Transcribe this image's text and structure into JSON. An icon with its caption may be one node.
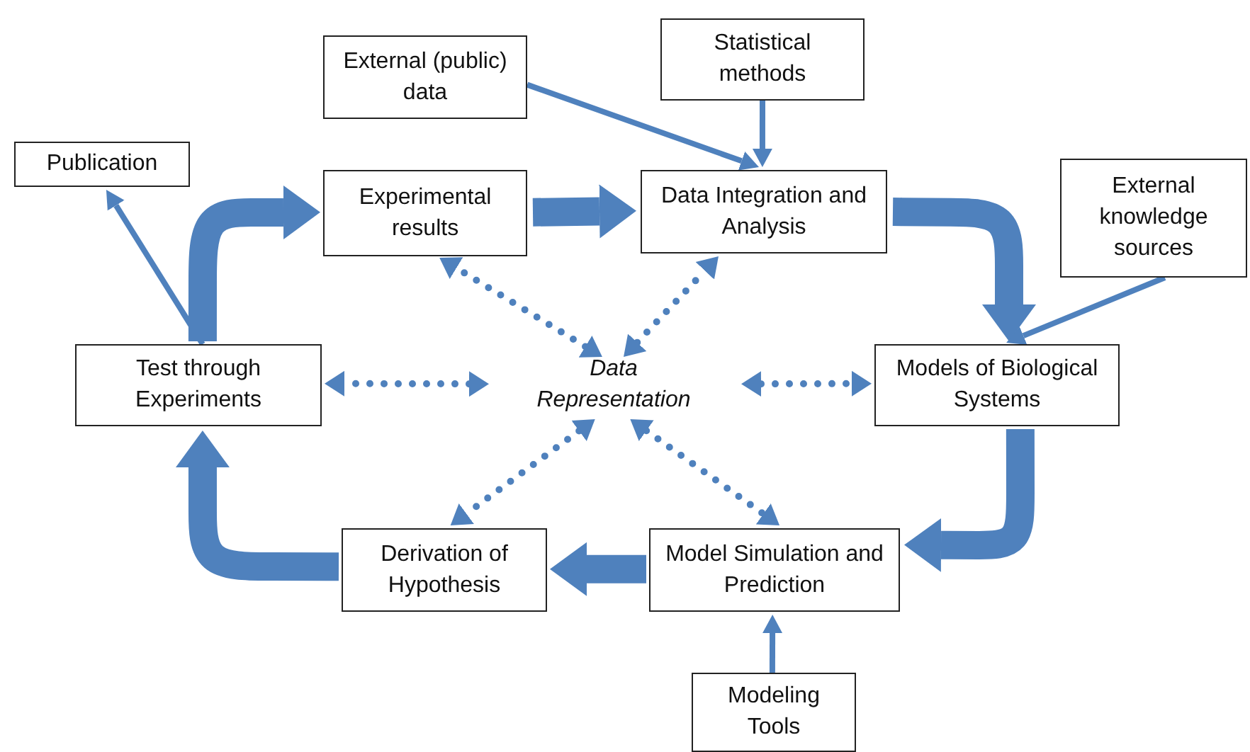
{
  "diagram": {
    "nodes": [
      {
        "text": [
          "External (public) data"
        ]
      },
      {
        "text": [
          "Statistical methods"
        ]
      },
      {
        "text": [
          "Publication"
        ]
      },
      {
        "text": [
          "Experimental results"
        ]
      },
      {
        "text": [
          "Data Integration and Analysis"
        ]
      },
      {
        "text": [
          "External knowledge sources"
        ]
      },
      {
        "text": [
          "Test through Experiments"
        ]
      },
      {
        "text": [
          "Data Representation"
        ]
      },
      {
        "text": [
          "Models of Biological Systems"
        ]
      },
      {
        "text": [
          "Derivation of Hypothesis"
        ]
      },
      {
        "text": [
          "Model Simulation and Prediction"
        ]
      },
      {
        "text": [
          "Modeling Tools"
        ]
      }
    ],
    "edges": [
      {
        "from": 0,
        "to": 4,
        "arrow": "to"
      },
      {
        "from": 1,
        "to": 4,
        "arrow": "to"
      },
      {
        "from": 6,
        "to": 2,
        "arrow": "to"
      },
      {
        "from": 5,
        "to": 8,
        "arrow": "to"
      },
      {
        "from": 11,
        "to": 10,
        "arrow": "to"
      },
      {
        "from": 6,
        "to": 3,
        "arrow": "to",
        "style": "thick"
      },
      {
        "from": 3,
        "to": 4,
        "arrow": "to",
        "style": "thick"
      },
      {
        "from": 4,
        "to": 8,
        "arrow": "to",
        "style": "thick"
      },
      {
        "from": 8,
        "to": 10,
        "arrow": "to",
        "style": "thick"
      },
      {
        "from": 10,
        "to": 9,
        "arrow": "to",
        "style": "thick"
      },
      {
        "from": 9,
        "to": 6,
        "arrow": "to",
        "style": "thick"
      },
      {
        "from": 7,
        "to": 3,
        "arrow": "both",
        "style": "dashed"
      },
      {
        "from": 7,
        "to": 4,
        "arrow": "both",
        "style": "dashed"
      },
      {
        "from": 7,
        "to": 6,
        "arrow": "both",
        "style": "dashed"
      },
      {
        "from": 7,
        "to": 8,
        "arrow": "both",
        "style": "dashed"
      },
      {
        "from": 7,
        "to": 9,
        "arrow": "both",
        "style": "dashed"
      },
      {
        "from": 7,
        "to": 10,
        "arrow": "both",
        "style": "dashed"
      }
    ]
  }
}
